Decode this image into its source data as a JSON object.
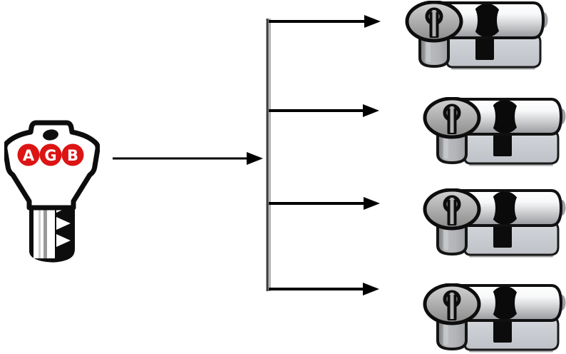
{
  "key": {
    "brand": "AGB",
    "badge_letters": [
      "A",
      "G",
      "B"
    ],
    "badge_color": "#dc1414"
  },
  "diagram": {
    "cylinder_count": 4,
    "cylinders": [
      {
        "name": "cylinder-1"
      },
      {
        "name": "cylinder-2"
      },
      {
        "name": "cylinder-3"
      },
      {
        "name": "cylinder-4"
      }
    ],
    "colors": {
      "background": "#ffffff",
      "arrow": "#000000",
      "connector_dark": "#3e3e40",
      "connector_light": "#b7b7b7",
      "metal_highlight": "#ffffff",
      "metal_mid": "#c9ccd2",
      "metal_dark": "#94969a",
      "cam": "#0a0a0a"
    }
  }
}
